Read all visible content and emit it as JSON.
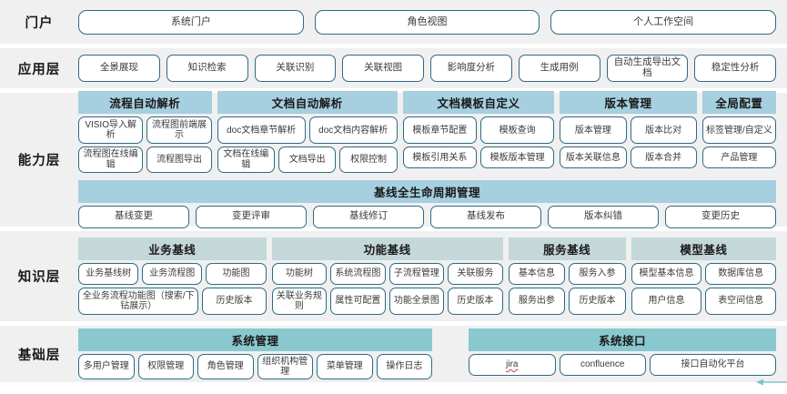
{
  "layers": [
    {
      "id": "portal",
      "label": "门户",
      "items": [
        "系统门户",
        "角色视图",
        "个人工作空间"
      ]
    },
    {
      "id": "application",
      "label": "应用层",
      "items": [
        "全景展现",
        "知识检索",
        "关联识别",
        "关联视图",
        "影响度分析",
        "生成用例",
        "自动生成导出文档",
        "稳定性分析"
      ]
    },
    {
      "id": "capability",
      "label": "能力层",
      "groups": [
        {
          "title": "流程自动解析",
          "flex": 148,
          "rows": [
            [
              "VISIO导入解析",
              "流程图前端展示"
            ],
            [
              "流程图在线编辑",
              "流程图导出"
            ]
          ]
        },
        {
          "title": "文档自动解析",
          "flex": 200,
          "rows": [
            [
              "doc文档章节解析",
              "doc文档内容解析"
            ],
            [
              "文档在线编辑",
              "文档导出",
              "权限控制"
            ]
          ]
        },
        {
          "title": "文档模板自定义",
          "flex": 168,
          "rows": [
            [
              "模板章节配置",
              "模板查询"
            ],
            [
              "模板引用关系",
              "模板版本管理"
            ]
          ]
        },
        {
          "title": "版本管理",
          "flex": 152,
          "rows": [
            [
              "版本管理",
              "版本比对"
            ],
            [
              "版本关联信息",
              "版本合并"
            ]
          ]
        },
        {
          "title": "全局配置",
          "flex": 82,
          "rows": [
            [
              "标签管理/自定义"
            ],
            [
              "产品管理"
            ]
          ]
        }
      ],
      "banner": {
        "title": "基线全生命周期管理",
        "items": [
          "基线变更",
          "变更评审",
          "基线修订",
          "基线发布",
          "版本纠错",
          "变更历史"
        ]
      }
    },
    {
      "id": "knowledge",
      "label": "知识层",
      "groups": [
        {
          "title": "业务基线",
          "flex": 192,
          "rows": [
            [
              "业务基线树",
              "业务流程图",
              "功能图"
            ],
            [
              "全业务流程功能图（搜索/下钻展示）",
              "历史版本"
            ]
          ]
        },
        {
          "title": "功能基线",
          "flex": 236,
          "rows": [
            [
              "功能树",
              "系统流程图",
              "子流程管理",
              "关联服务"
            ],
            [
              "关联业务规则",
              "属性可配置",
              "功能全景图",
              "历史版本"
            ]
          ]
        },
        {
          "title": "服务基线",
          "flex": 120,
          "rows": [
            [
              "基本信息",
              "服务入参"
            ],
            [
              "服务出参",
              "历史版本"
            ]
          ]
        },
        {
          "title": "模型基线",
          "flex": 148,
          "rows": [
            [
              "模型基本信息",
              "数据库信息"
            ],
            [
              "用户信息",
              "表空间信息"
            ]
          ]
        }
      ]
    },
    {
      "id": "foundation",
      "label": "基础层",
      "groups": [
        {
          "title": "系统管理",
          "flex": 380,
          "rows": [
            [
              "多用户管理",
              "权限管理",
              "角色管理",
              "组织机构管理",
              "菜单管理",
              "操作日志"
            ]
          ]
        },
        {
          "title": "系统接口",
          "flex": 330,
          "rows": [
            [
              "jira",
              "confluence",
              "接口自动化平台"
            ]
          ]
        }
      ],
      "misspelled": [
        "jira"
      ]
    }
  ],
  "colors": {
    "band_background": "#f0f0f0",
    "pill_border": "#2e6b85",
    "capability_header": "#a6cfdf",
    "knowledge_header": "#c4d7d9",
    "foundation_header": "#8ac8cf",
    "page_background": "#ffffff",
    "spellcheck_underline": "#e03030",
    "edge_arrow": "#7fc4cf"
  }
}
